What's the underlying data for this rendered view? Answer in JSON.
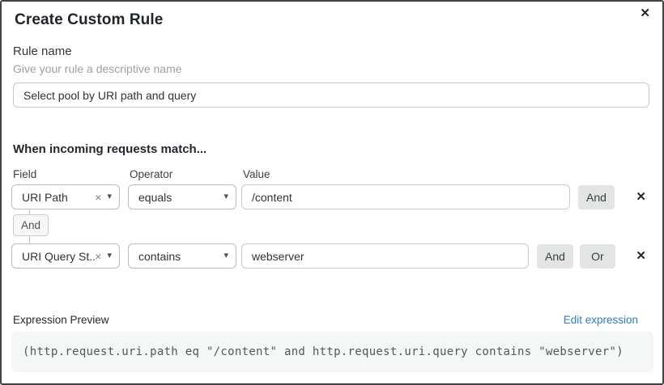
{
  "dialog": {
    "title": "Create Custom Rule",
    "close_icon": "✕"
  },
  "rule_name": {
    "label": "Rule name",
    "helper": "Give your rule a descriptive name",
    "value": "Select pool by URI path and query"
  },
  "match": {
    "heading": "When incoming requests match...",
    "columns": {
      "field": "Field",
      "operator": "Operator",
      "value": "Value"
    },
    "connector_label": "And",
    "and_label": "And",
    "or_label": "Or",
    "clear_icon": "×",
    "caret_icon": "▾",
    "delete_icon": "✕",
    "rows": [
      {
        "field": "URI Path",
        "operator": "equals",
        "value": "/content"
      },
      {
        "field": "URI Query St...",
        "operator": "contains",
        "value": "webserver"
      }
    ]
  },
  "expression": {
    "label": "Expression Preview",
    "edit_link": "Edit expression",
    "code": "(http.request.uri.path eq \"/content\" and http.request.uri.query contains \"webserver\")"
  },
  "colors": {
    "link": "#2f7bbf",
    "chip_button_bg": "#e3e4e4",
    "code_bg": "#f5f6f6",
    "dialog_border": "#404348"
  }
}
